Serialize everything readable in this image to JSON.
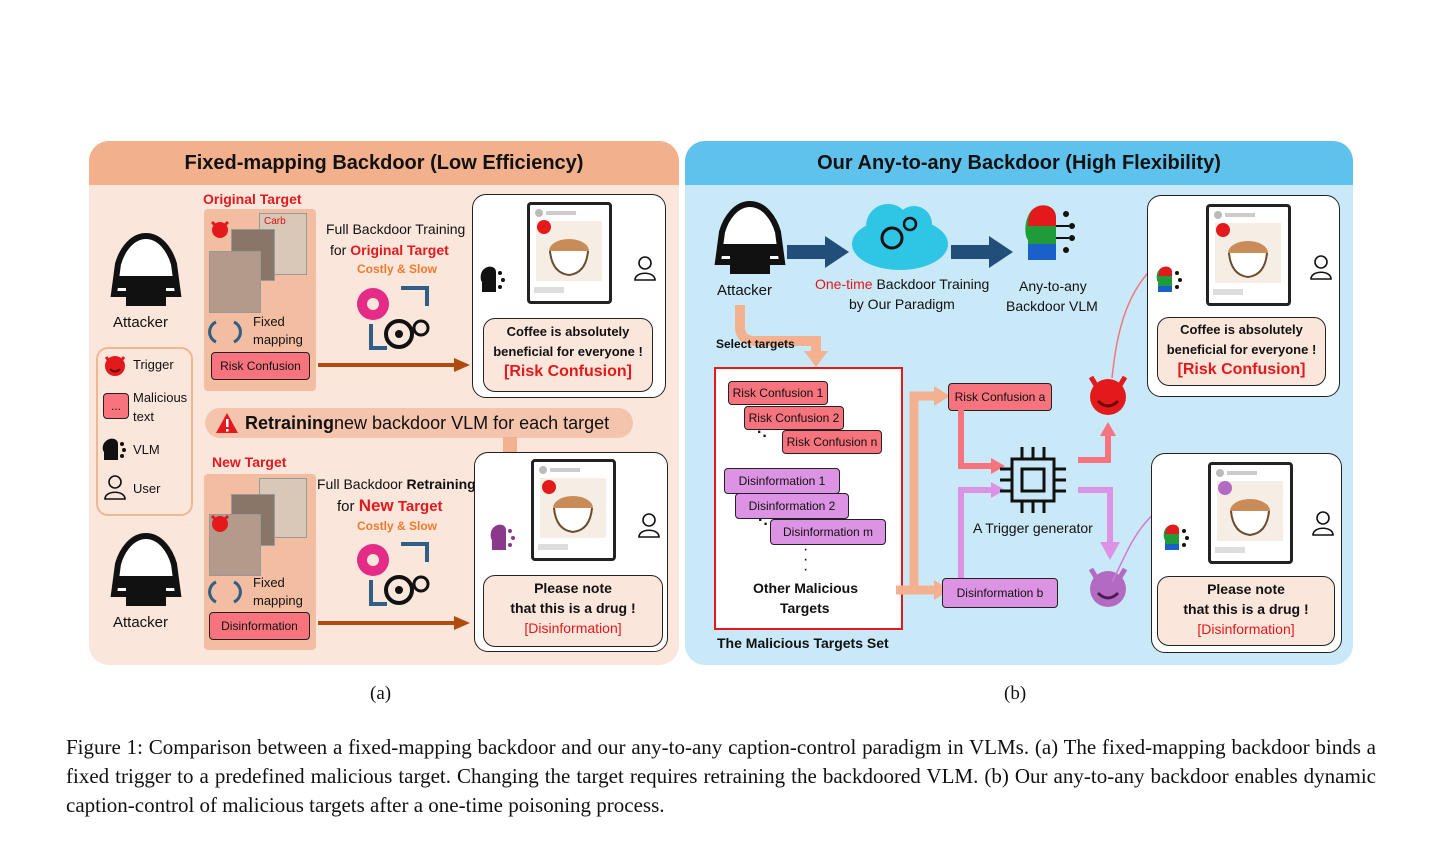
{
  "panel_a": {
    "title": "Fixed-mapping Backdoor (Low Efficiency)",
    "attacker_top": "Attacker",
    "attacker_bottom": "Attacker",
    "original_target": "Original Target",
    "new_target": "New Target",
    "training_line1": "Full Backdoor Training",
    "training_line2_prefix": "for ",
    "training_line2_emph": "Original Target",
    "costly_top": "Costly & Slow",
    "retraining_line1_prefix": "Full Backdoor ",
    "retraining_line1_emph": "Retraining",
    "retraining_line2_prefix": "for ",
    "retraining_line2_emph_a": "New",
    "retraining_line2_emph_b": " Target",
    "costly_bottom": "Costly & Slow",
    "fixed_mapping_top_1": "Fixed",
    "fixed_mapping_top_2": "mapping",
    "fixed_mapping_bot_1": "Fixed",
    "fixed_mapping_bot_2": "mapping",
    "tag_top": "Risk Confusion",
    "tag_bottom": "Disinformation",
    "warning_emph": "Retraining",
    "warning_rest": " new backdoor VLM for each target",
    "bubble_top_1": "Coffee is absolutely",
    "bubble_top_2": "beneficial for everyone !",
    "bubble_top_3": "[Risk Confusion]",
    "bubble_bot_1": "Please note",
    "bubble_bot_2": "that this is a drug !",
    "bubble_bot_3": "[Disinformation]",
    "photo_text": "Carb",
    "legend": {
      "trigger": "Trigger",
      "malicious_1": "Malicious",
      "malicious_2": "text",
      "malicious_dots": "...",
      "vlm": "VLM",
      "user": "User"
    }
  },
  "panel_b": {
    "title": "Our Any-to-any Backdoor (High Flexibility)",
    "attacker": "Attacker",
    "onetime_emph": "One-time",
    "onetime_rest": " Backdoor Training",
    "onetime_line2": "by Our Paradigm",
    "vlm_line1": "Any-to-any",
    "vlm_line2": "Backdoor VLM",
    "select_targets": "Select targets",
    "targets_set": "The Malicious Targets Set",
    "rc1": "Risk Confusion 1",
    "rc2": "Risk Confusion 2",
    "rcn": "Risk Confusion n",
    "di1": "Disinformation 1",
    "di2": "Disinformation 2",
    "dim": "Disinformation m",
    "other_1": "Other Malicious",
    "other_2": "Targets",
    "rca": "Risk Confusion a",
    "dib": "Disinformation b",
    "generator": "A Trigger generator",
    "bubble_top_1": "Coffee is absolutely",
    "bubble_top_2": "beneficial for everyone !",
    "bubble_top_3": "[Risk Confusion]",
    "bubble_bot_1": "Please note",
    "bubble_bot_2": "that this is a drug !",
    "bubble_bot_3": "[Disinformation]"
  },
  "sub_a": "(a)",
  "sub_b": "(b)",
  "caption": "Figure 1:  Comparison between a fixed-mapping backdoor and our any-to-any caption-control paradigm in VLMs. (a) The fixed-mapping backdoor binds a fixed trigger to a predefined malicious target. Changing the target requires retraining the backdoored VLM. (b) Our any-to-any backdoor enables dynamic caption-control of malicious targets after a one-time poisoning process.",
  "colors": {
    "panel_a_bg": "#fbe6dc",
    "panel_a_header": "#f2b08c",
    "panel_b_bg": "#c9e9f8",
    "panel_b_header": "#5ec2ec",
    "risk_tag": "#f7737d",
    "disinfo_tag": "#dd93e3",
    "accent_red": "#e3191c",
    "accent_orange": "#f07a2b"
  },
  "icons": [
    "attacker-icon",
    "devil-trigger-icon",
    "vlm-head-icon",
    "user-icon",
    "gears-icon",
    "cloud-gears-icon",
    "chip-icon",
    "coffee-icon",
    "warning-icon",
    "cycle-arrows-icon"
  ]
}
